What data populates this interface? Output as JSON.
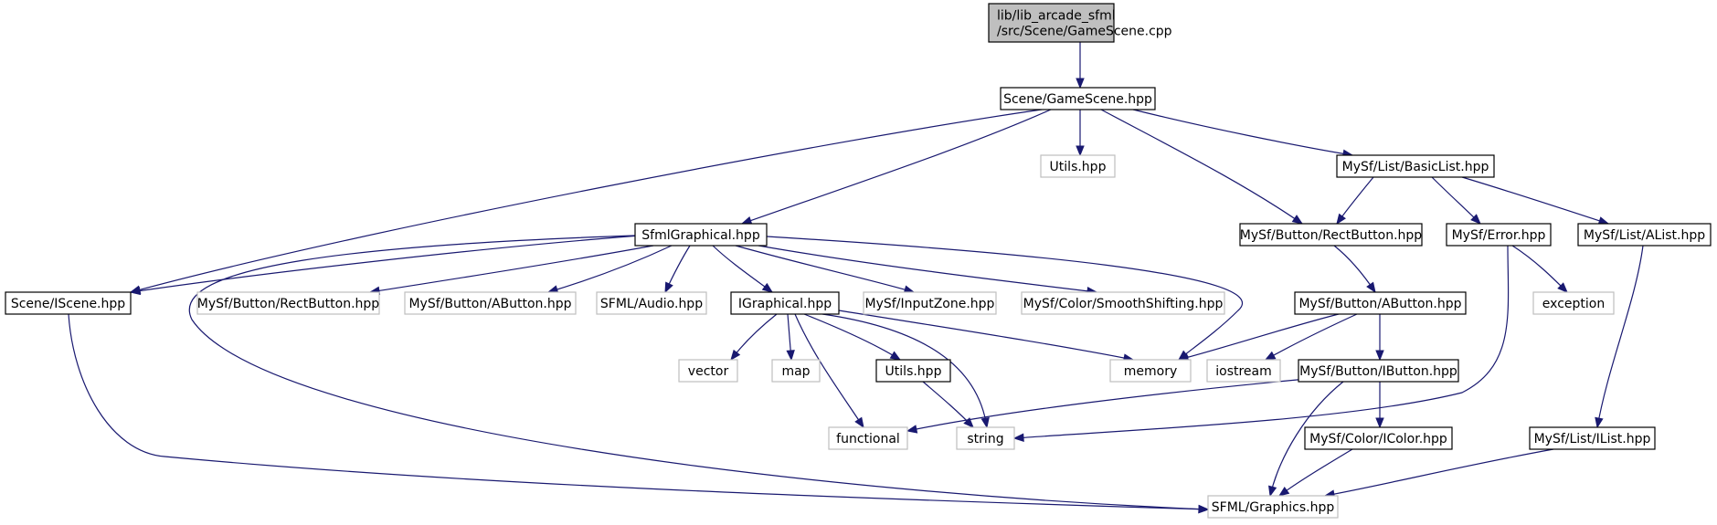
{
  "colors": {
    "edge": "#191970",
    "documented_border": "#000000",
    "external_border": "#bfbfbf",
    "root_fill": "#bfbfbf",
    "node_fill": "#ffffff"
  },
  "nodes": [
    {
      "id": "root",
      "lines": [
        "lib/lib_arcade_sfml",
        "/src/Scene/GameScene.cpp"
      ],
      "style": "root"
    },
    {
      "id": "gamescene_hpp",
      "lines": [
        "Scene/GameScene.hpp"
      ],
      "style": "documented"
    },
    {
      "id": "utils_ext",
      "lines": [
        "Utils.hpp"
      ],
      "style": "external"
    },
    {
      "id": "basiclist",
      "lines": [
        "MySf/List/BasicList.hpp"
      ],
      "style": "documented"
    },
    {
      "id": "sfmlgraphical",
      "lines": [
        "SfmlGraphical.hpp"
      ],
      "style": "documented"
    },
    {
      "id": "rectbutton_doc",
      "lines": [
        "MySf/Button/RectButton.hpp"
      ],
      "style": "documented"
    },
    {
      "id": "error",
      "lines": [
        "MySf/Error.hpp"
      ],
      "style": "documented"
    },
    {
      "id": "alist",
      "lines": [
        "MySf/List/AList.hpp"
      ],
      "style": "documented"
    },
    {
      "id": "iscene",
      "lines": [
        "Scene/IScene.hpp"
      ],
      "style": "documented"
    },
    {
      "id": "rectbutton_ext",
      "lines": [
        "MySf/Button/RectButton.hpp"
      ],
      "style": "external"
    },
    {
      "id": "abutton_ext",
      "lines": [
        "MySf/Button/AButton.hpp"
      ],
      "style": "external"
    },
    {
      "id": "sfml_audio",
      "lines": [
        "SFML/Audio.hpp"
      ],
      "style": "external"
    },
    {
      "id": "igraphical",
      "lines": [
        "IGraphical.hpp"
      ],
      "style": "documented"
    },
    {
      "id": "inputzone",
      "lines": [
        "MySf/InputZone.hpp"
      ],
      "style": "external"
    },
    {
      "id": "smoothshifting",
      "lines": [
        "MySf/Color/SmoothShifting.hpp"
      ],
      "style": "external"
    },
    {
      "id": "abutton_doc",
      "lines": [
        "MySf/Button/AButton.hpp"
      ],
      "style": "documented"
    },
    {
      "id": "exception",
      "lines": [
        "exception"
      ],
      "style": "external"
    },
    {
      "id": "vector",
      "lines": [
        "vector"
      ],
      "style": "external"
    },
    {
      "id": "map",
      "lines": [
        "map"
      ],
      "style": "external"
    },
    {
      "id": "utils_doc",
      "lines": [
        "Utils.hpp"
      ],
      "style": "documented"
    },
    {
      "id": "memory",
      "lines": [
        "memory"
      ],
      "style": "external"
    },
    {
      "id": "iostream",
      "lines": [
        "iostream"
      ],
      "style": "external"
    },
    {
      "id": "ibutton",
      "lines": [
        "MySf/Button/IButton.hpp"
      ],
      "style": "documented"
    },
    {
      "id": "functional",
      "lines": [
        "functional"
      ],
      "style": "external"
    },
    {
      "id": "string",
      "lines": [
        "string"
      ],
      "style": "external"
    },
    {
      "id": "icolor",
      "lines": [
        "MySf/Color/IColor.hpp"
      ],
      "style": "documented"
    },
    {
      "id": "ilist",
      "lines": [
        "MySf/List/IList.hpp"
      ],
      "style": "documented"
    },
    {
      "id": "sfml_graphics",
      "lines": [
        "SFML/Graphics.hpp"
      ],
      "style": "external"
    }
  ],
  "edges": [
    {
      "from": "root",
      "to": "gamescene_hpp"
    },
    {
      "from": "gamescene_hpp",
      "to": "iscene"
    },
    {
      "from": "gamescene_hpp",
      "to": "sfmlgraphical"
    },
    {
      "from": "gamescene_hpp",
      "to": "utils_ext"
    },
    {
      "from": "gamescene_hpp",
      "to": "rectbutton_doc"
    },
    {
      "from": "gamescene_hpp",
      "to": "basiclist"
    },
    {
      "from": "basiclist",
      "to": "rectbutton_doc"
    },
    {
      "from": "basiclist",
      "to": "error"
    },
    {
      "from": "basiclist",
      "to": "alist"
    },
    {
      "from": "sfmlgraphical",
      "to": "iscene"
    },
    {
      "from": "sfmlgraphical",
      "to": "sfml_graphics"
    },
    {
      "from": "sfmlgraphical",
      "to": "rectbutton_ext"
    },
    {
      "from": "sfmlgraphical",
      "to": "abutton_ext"
    },
    {
      "from": "sfmlgraphical",
      "to": "sfml_audio"
    },
    {
      "from": "sfmlgraphical",
      "to": "igraphical"
    },
    {
      "from": "sfmlgraphical",
      "to": "inputzone"
    },
    {
      "from": "sfmlgraphical",
      "to": "smoothshifting"
    },
    {
      "from": "sfmlgraphical",
      "to": "memory"
    },
    {
      "from": "iscene",
      "to": "sfml_graphics"
    },
    {
      "from": "igraphical",
      "to": "vector"
    },
    {
      "from": "igraphical",
      "to": "map"
    },
    {
      "from": "igraphical",
      "to": "utils_doc"
    },
    {
      "from": "igraphical",
      "to": "functional"
    },
    {
      "from": "igraphical",
      "to": "string"
    },
    {
      "from": "igraphical",
      "to": "memory"
    },
    {
      "from": "utils_doc",
      "to": "string"
    },
    {
      "from": "rectbutton_doc",
      "to": "abutton_doc"
    },
    {
      "from": "abutton_doc",
      "to": "memory"
    },
    {
      "from": "abutton_doc",
      "to": "iostream"
    },
    {
      "from": "abutton_doc",
      "to": "ibutton"
    },
    {
      "from": "ibutton",
      "to": "functional"
    },
    {
      "from": "ibutton",
      "to": "sfml_graphics"
    },
    {
      "from": "ibutton",
      "to": "icolor"
    },
    {
      "from": "icolor",
      "to": "sfml_graphics"
    },
    {
      "from": "error",
      "to": "exception"
    },
    {
      "from": "error",
      "to": "string"
    },
    {
      "from": "alist",
      "to": "ilist"
    },
    {
      "from": "ilist",
      "to": "sfml_graphics"
    }
  ]
}
